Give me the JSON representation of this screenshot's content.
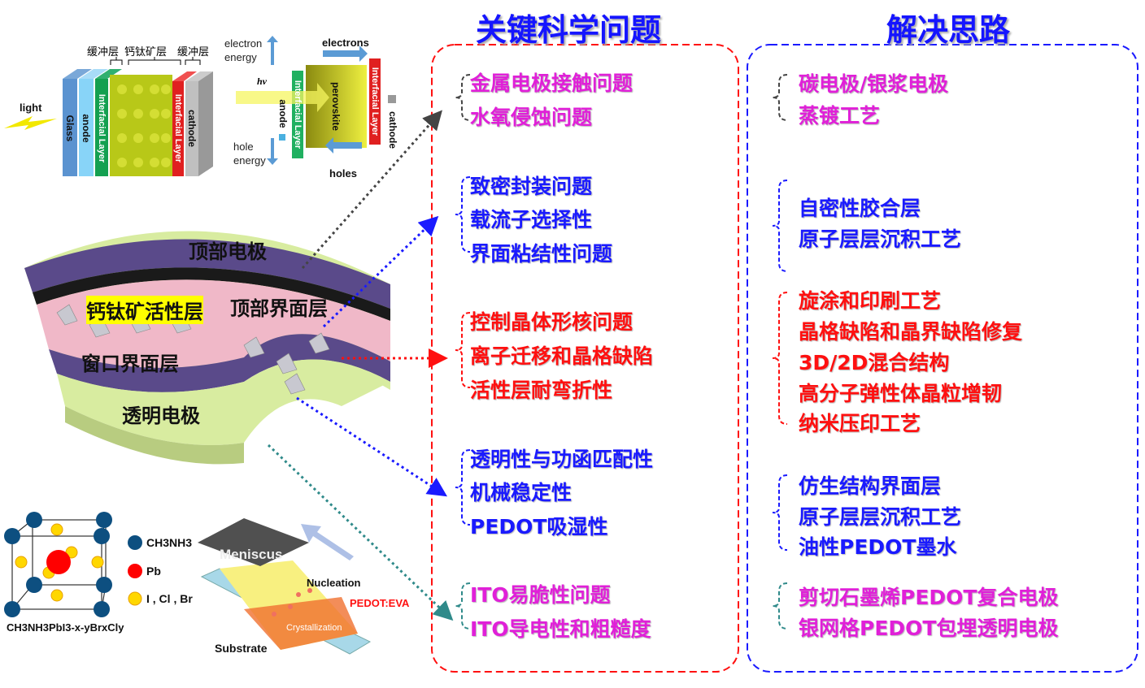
{
  "titles": {
    "problems": "关键科学问题",
    "solutions": "解决思路"
  },
  "device_schematic": {
    "bracket_labels": [
      "缓冲层",
      "钙钛矿层",
      "缓冲层"
    ],
    "light": "light",
    "layers": [
      "Glass",
      "anode",
      "Interfacial Layer",
      "Interfacial Layer",
      "cathode"
    ]
  },
  "energy_diagram": {
    "electron_energy": [
      "electron",
      "energy"
    ],
    "hole_energy": [
      "hole",
      "energy"
    ],
    "hv": "hv",
    "electrons": "electrons",
    "holes": "holes",
    "anode": "anode",
    "interfacial_left": "Interfacial Layer",
    "perovskite": "perovskite",
    "interfacial_right": "Interfacial Layer",
    "cathode": "cathode"
  },
  "flexible_cell": {
    "top_electrode": "顶部电极",
    "active_layer": "钙钛矿活性层",
    "top_interface": "顶部界面层",
    "window_interface": "窗口界面层",
    "transparent_electrode": "透明电极"
  },
  "crystal": {
    "legend": [
      "CH3NH3",
      "Pb",
      "I , Cl , Br"
    ],
    "formula": "CH3NH3PbI3-x-yBrxCly"
  },
  "coating": {
    "meniscus": "Meniscus",
    "nucleation": "Nucleation",
    "pedot_eva": "PEDOT:EVA",
    "crystallization": "Crystallization",
    "substrate": "Substrate"
  },
  "colors": {
    "magenta": "#e020d8",
    "blue": "#1a1aff",
    "red": "#ff1010",
    "teal": "#2f8a8a",
    "gray": "#444444"
  },
  "problems": [
    {
      "color": "magenta",
      "items": [
        "金属电极接触问题",
        "水氧侵蚀问题"
      ]
    },
    {
      "color": "blue",
      "items": [
        "致密封装问题",
        "载流子选择性",
        "界面粘结性问题"
      ]
    },
    {
      "color": "red",
      "items": [
        "控制晶体形核问题",
        "离子迁移和晶格缺陷",
        "活性层耐弯折性"
      ]
    },
    {
      "color": "blue",
      "items": [
        "透明性与功函匹配性",
        "机械稳定性",
        "PEDOT吸湿性"
      ]
    },
    {
      "color": "magenta",
      "items": [
        "ITO易脆性问题",
        "ITO导电性和粗糙度"
      ]
    }
  ],
  "solutions": [
    {
      "color": "magenta",
      "items": [
        "碳电极/银浆电极",
        "蒸镀工艺"
      ]
    },
    {
      "color": "blue",
      "items": [
        "自密性胶合层",
        "原子层层沉积工艺"
      ]
    },
    {
      "color": "red",
      "items": [
        "旋涂和印刷工艺",
        "晶格缺陷和晶界缺陷修复",
        "3D/2D混合结构",
        "高分子弹性体晶粒增韧",
        "纳米压印工艺"
      ]
    },
    {
      "color": "blue",
      "items": [
        "仿生结构界面层",
        "原子层层沉积工艺",
        "油性PEDOT墨水"
      ]
    },
    {
      "color": "magenta",
      "items": [
        "剪切石墨烯PEDOT复合电极",
        "银网格PEDOT包埋透明电极"
      ]
    }
  ]
}
